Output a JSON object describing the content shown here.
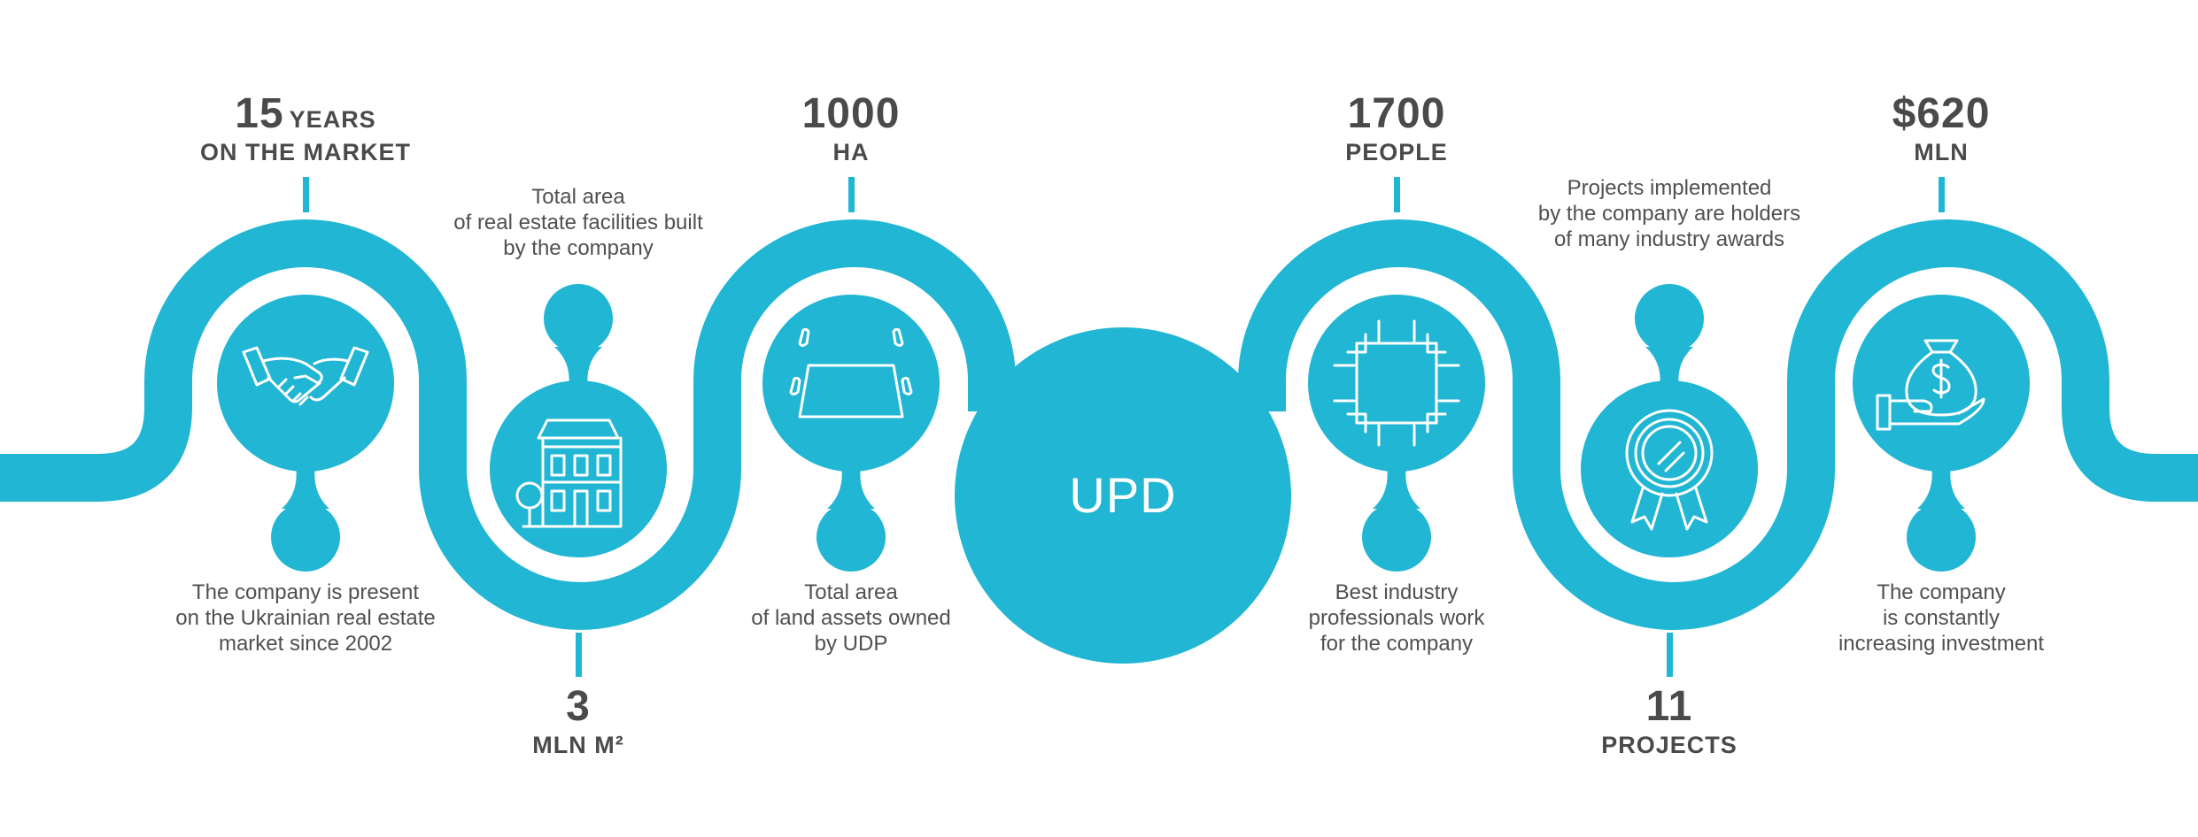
{
  "brand_color": "#21b6d3",
  "center_label": "UPD",
  "stats": [
    {
      "value": "15",
      "unit": "YEARS",
      "unit2": "ON THE MARKET",
      "description": [
        "The company is present",
        "on the Ukrainian real estate",
        "market since 2002"
      ],
      "icon": "handshake-icon"
    },
    {
      "value": "3",
      "unit": "MLN M²",
      "description": [
        "Total area",
        "of real estate facilities built",
        "by the company"
      ],
      "icon": "building-icon"
    },
    {
      "value": "1000",
      "unit": "HA",
      "description": [
        "Total area",
        "of land assets owned",
        "by UDP"
      ],
      "icon": "land-plot-icon"
    },
    {
      "value": "1700",
      "unit": "PEOPLE",
      "description": [
        "Best industry",
        "professionals work",
        "for the company"
      ],
      "icon": "teamwork-hands-icon"
    },
    {
      "value": "11",
      "unit": "PROJECTS",
      "description": [
        "Projects implemented",
        "by the company are holders",
        "of many industry awards"
      ],
      "icon": "award-medal-icon"
    },
    {
      "value": "$620",
      "unit": "MLN",
      "description": [
        "The company",
        "is constantly",
        "increasing investment"
      ],
      "icon": "money-bag-hand-icon"
    }
  ]
}
